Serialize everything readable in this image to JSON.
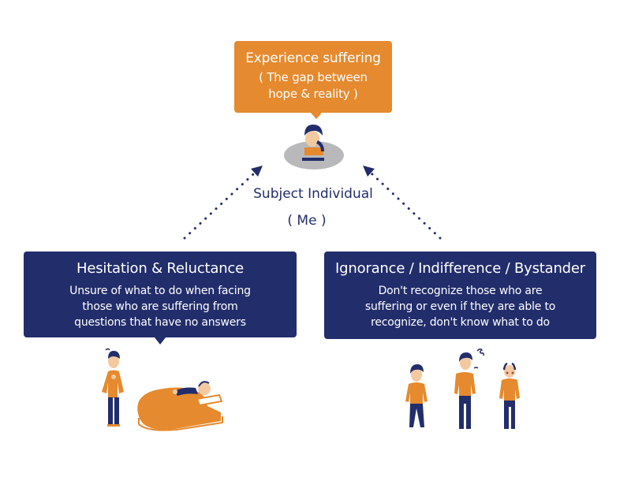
{
  "top_box": {
    "title": "Experience suffering",
    "subtitle_line1": "( The gap between",
    "subtitle_line2": "hope & reality )"
  },
  "center": {
    "label": "Subject Individual",
    "sublabel": "( Me )"
  },
  "left_box": {
    "title": "Hesitation & Reluctance",
    "lines": [
      "Unsure of what to do when facing",
      "those who are suffering from",
      "questions that have no answers"
    ]
  },
  "right_box": {
    "title": "Ignorance / Indifference / Bystander",
    "lines": [
      "Don't recognize those who are",
      "suffering or even if they are able to",
      "recognize, don't know what to do"
    ]
  },
  "colors": {
    "orange": "#e58a2e",
    "navy": "#222d6b",
    "skin": "#f3c9a0",
    "gray": "#b9b9bb"
  },
  "icons": [
    "suffering-person-icon",
    "caregiver-icon",
    "patient-in-bed-icon",
    "bystander-group-icon"
  ]
}
